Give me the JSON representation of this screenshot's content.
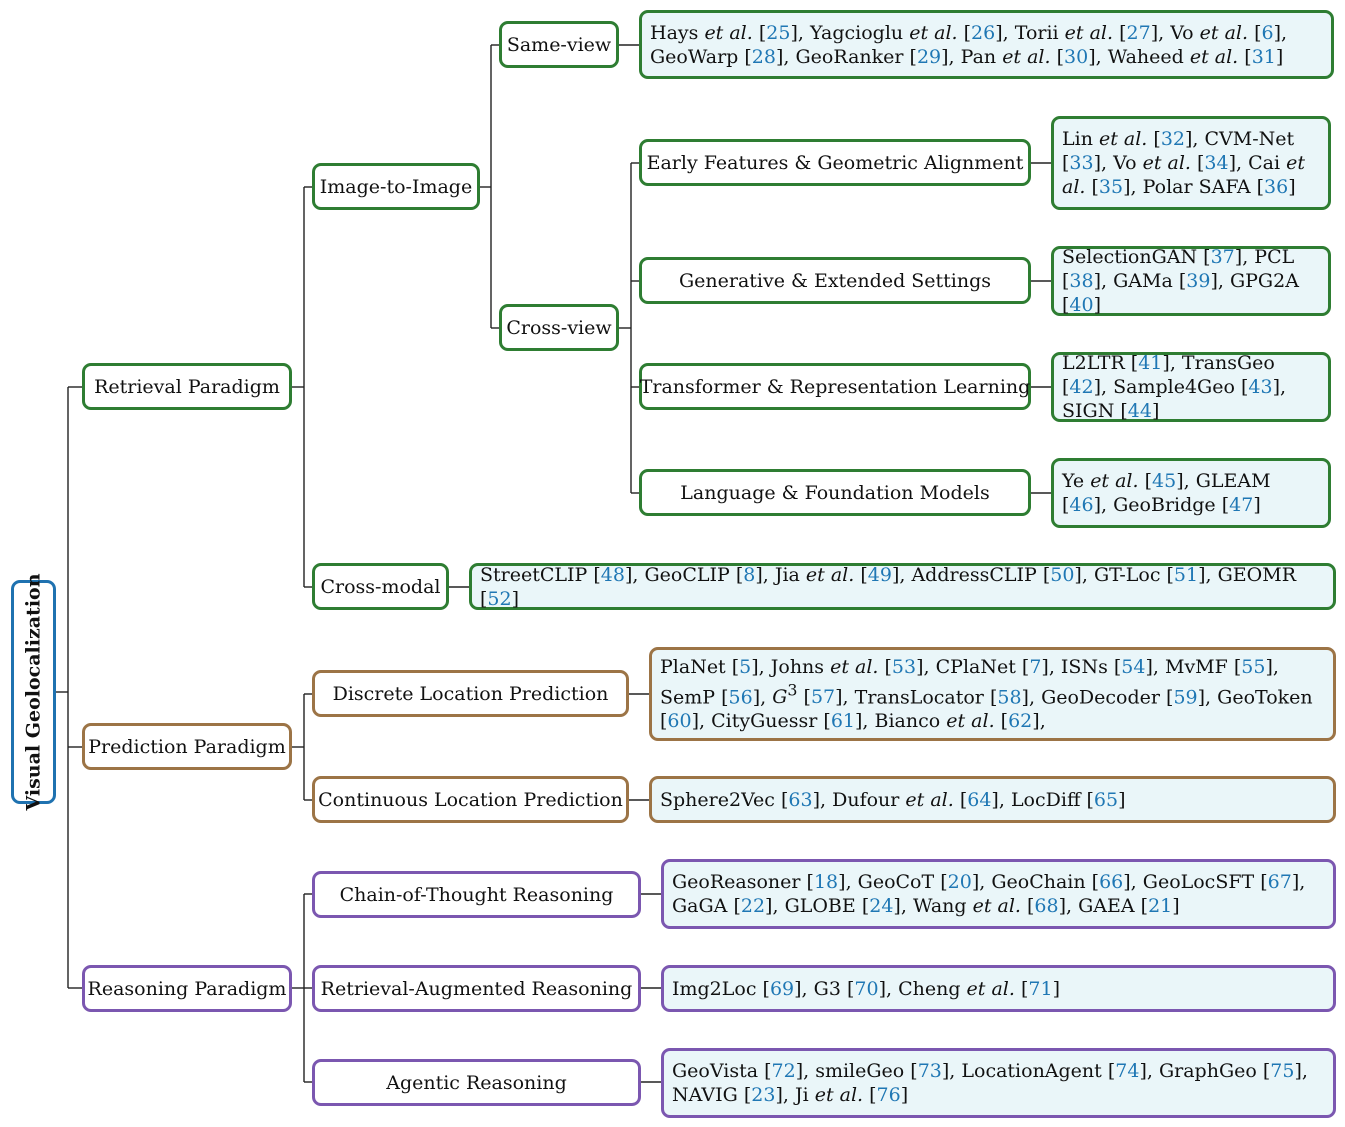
{
  "root": {
    "label": "Visual Geolocalization"
  },
  "paradigms": {
    "retrieval": "Retrieval Paradigm",
    "prediction": "Prediction Paradigm",
    "reasoning": "Reasoning Paradigm"
  },
  "categories": {
    "image_to_image": "Image-to-Image",
    "cross_modal": "Cross-modal",
    "same_view": "Same-view",
    "cross_view": "Cross-view",
    "early_features": "Early Features & Geometric Alignment",
    "generative": "Generative & Extended Settings",
    "transformer": "Transformer & Representation Learning",
    "language": "Language & Foundation Models",
    "discrete": "Discrete Location Prediction",
    "continuous": "Continuous Location Prediction",
    "cot": "Chain-of-Thought Reasoning",
    "rar": "Retrieval-Augmented Reasoning",
    "agentic": "Agentic Reasoning"
  },
  "leaves": {
    "same_view": [
      {
        "name": "Hays",
        "etal": true,
        "ref": "25"
      },
      {
        "name": "Yagcioglu",
        "etal": true,
        "ref": "26"
      },
      {
        "name": "Torii",
        "etal": true,
        "ref": "27"
      },
      {
        "name": "Vo",
        "etal": true,
        "ref": "6"
      },
      {
        "name": "GeoWarp",
        "ref": "28"
      },
      {
        "name": "GeoRanker",
        "ref": "29"
      },
      {
        "name": "Pan",
        "etal": true,
        "ref": "30"
      },
      {
        "name": "Waheed",
        "etal": true,
        "ref": "31"
      }
    ],
    "early_features": [
      {
        "name": "Lin",
        "etal": true,
        "ref": "32"
      },
      {
        "name": "CVM-Net",
        "ref": "33"
      },
      {
        "name": "Vo",
        "etal": true,
        "ref": "34"
      },
      {
        "name": "Cai",
        "etal": true,
        "ref": "35"
      },
      {
        "name": "Polar SAFA",
        "ref": "36"
      }
    ],
    "generative": [
      {
        "name": "SelectionGAN",
        "ref": "37"
      },
      {
        "name": "PCL",
        "ref": "38"
      },
      {
        "name": "GAMa",
        "ref": "39"
      },
      {
        "name": "GPG2A",
        "ref": "40"
      }
    ],
    "transformer": [
      {
        "name": "L2LTR",
        "ref": "41"
      },
      {
        "name": "TransGeo",
        "ref": "42"
      },
      {
        "name": "Sample4Geo",
        "ref": "43"
      },
      {
        "name": "SIGN",
        "ref": "44"
      }
    ],
    "language": [
      {
        "name": "Ye",
        "etal": true,
        "ref": "45"
      },
      {
        "name": "GLEAM",
        "ref": "46"
      },
      {
        "name": "GeoBridge",
        "ref": "47"
      }
    ],
    "cross_modal": [
      {
        "name": "StreetCLIP",
        "ref": "48"
      },
      {
        "name": "GeoCLIP",
        "ref": "8"
      },
      {
        "name": "Jia",
        "etal": true,
        "ref": "49"
      },
      {
        "name": "AddressCLIP",
        "ref": "50"
      },
      {
        "name": "GT-Loc",
        "ref": "51"
      },
      {
        "name": "GEOMR",
        "ref": "52"
      }
    ],
    "discrete": [
      {
        "name": "PlaNet",
        "ref": "5"
      },
      {
        "name": "Johns",
        "etal": true,
        "ref": "53"
      },
      {
        "name": "CPlaNet",
        "ref": "7"
      },
      {
        "name": "ISNs",
        "ref": "54"
      },
      {
        "name": "MvMF",
        "ref": "55"
      },
      {
        "name": "SemP",
        "ref": "56"
      },
      {
        "name": "G",
        "sup": "3",
        "ref": "57"
      },
      {
        "name": "TransLocator",
        "ref": "58"
      },
      {
        "name": "GeoDecoder",
        "ref": "59"
      },
      {
        "name": "GeoToken",
        "ref": "60"
      },
      {
        "name": "CityGuessr",
        "ref": "61"
      },
      {
        "name": "Bianco",
        "etal": true,
        "ref": "62"
      }
    ],
    "continuous": [
      {
        "name": "Sphere2Vec",
        "ref": "63"
      },
      {
        "name": "Dufour",
        "etal": true,
        "ref": "64"
      },
      {
        "name": "LocDiff",
        "ref": "65"
      }
    ],
    "cot": [
      {
        "name": "GeoReasoner",
        "ref": "18"
      },
      {
        "name": "GeoCoT",
        "ref": "20"
      },
      {
        "name": "GeoChain",
        "ref": "66"
      },
      {
        "name": "GeoLocSFT",
        "ref": "67"
      },
      {
        "name": "GaGA",
        "ref": "22"
      },
      {
        "name": "GLOBE",
        "ref": "24"
      },
      {
        "name": "Wang",
        "etal": true,
        "ref": "68"
      },
      {
        "name": "GAEA",
        "ref": "21"
      }
    ],
    "rar": [
      {
        "name": "Img2Loc",
        "ref": "69"
      },
      {
        "name": "G3",
        "ref": "70"
      },
      {
        "name": "Cheng",
        "etal": true,
        "ref": "71"
      }
    ],
    "agentic": [
      {
        "name": "GeoVista",
        "ref": "72"
      },
      {
        "name": "smileGeo",
        "ref": "73"
      },
      {
        "name": "LocationAgent",
        "ref": "74"
      },
      {
        "name": "GraphGeo",
        "ref": "75"
      },
      {
        "name": "NAVIG",
        "ref": "23"
      },
      {
        "name": "Ji",
        "etal": true,
        "ref": "76"
      }
    ]
  },
  "etal_text": "et al.",
  "colors": {
    "retrieval": "#2e7d32",
    "prediction": "#9c7446",
    "reasoning": "#7b57b0",
    "root": "#1f72b0",
    "leaf_fill": "#eaf6f9",
    "citation": "#1f77b4"
  }
}
